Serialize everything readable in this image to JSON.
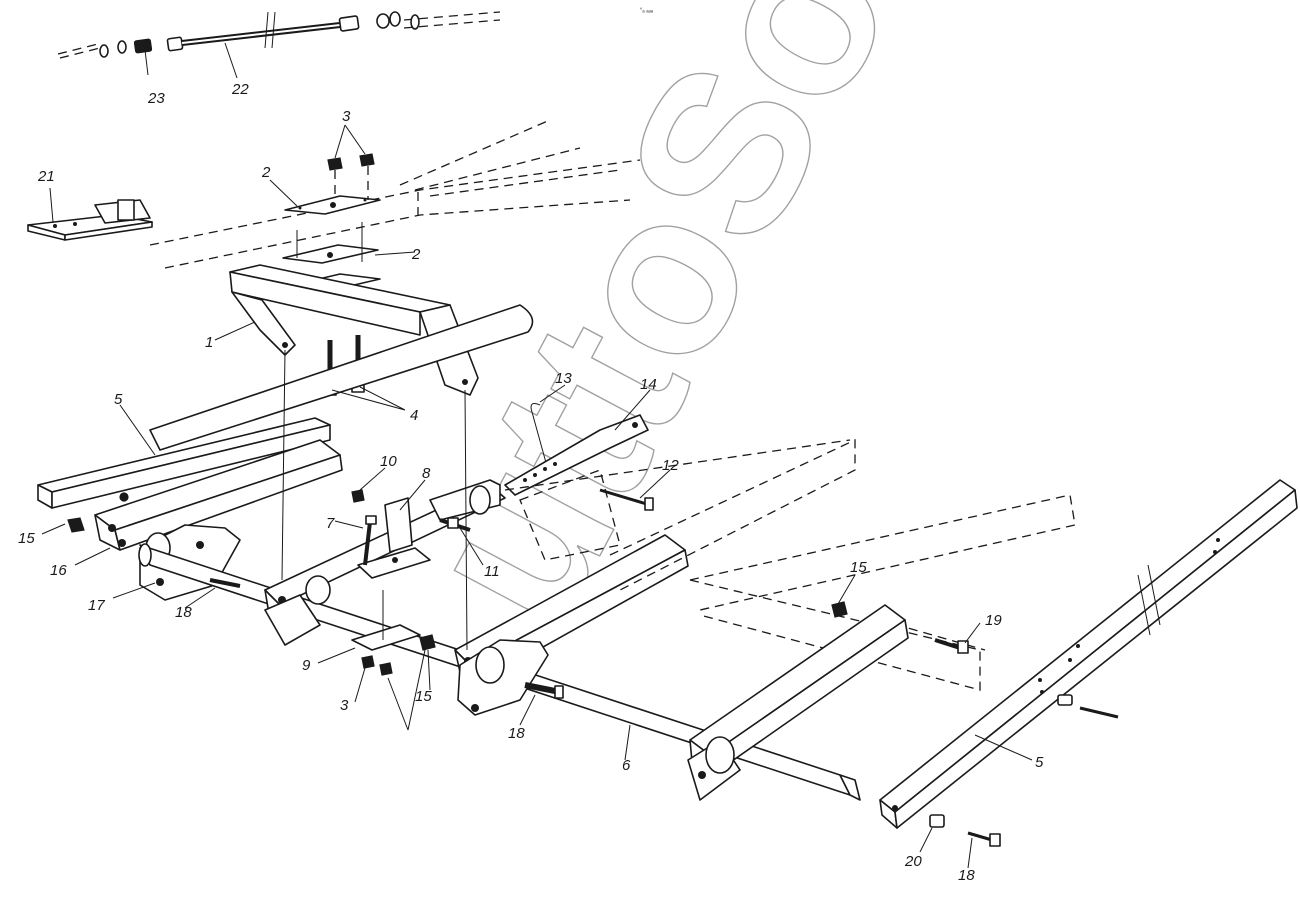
{
  "watermark": {
    "text": "uttoSoft"
  },
  "corner_mark": "°ₐ ₐₐₐ",
  "colors": {
    "ink": "#1a1a1a",
    "paper": "#ffffff",
    "watermark": "#555555"
  },
  "callouts": [
    {
      "id": "c1",
      "text": "1"
    },
    {
      "id": "c2a",
      "text": "2"
    },
    {
      "id": "c2b",
      "text": "2"
    },
    {
      "id": "c3a",
      "text": "3"
    },
    {
      "id": "c3b",
      "text": "3"
    },
    {
      "id": "c4",
      "text": "4"
    },
    {
      "id": "c5a",
      "text": "5"
    },
    {
      "id": "c5b",
      "text": "5"
    },
    {
      "id": "c6",
      "text": "6"
    },
    {
      "id": "c7",
      "text": "7"
    },
    {
      "id": "c8",
      "text": "8"
    },
    {
      "id": "c9",
      "text": "9"
    },
    {
      "id": "c10",
      "text": "10"
    },
    {
      "id": "c11",
      "text": "11"
    },
    {
      "id": "c12",
      "text": "12"
    },
    {
      "id": "c13",
      "text": "13"
    },
    {
      "id": "c14",
      "text": "14"
    },
    {
      "id": "c15a",
      "text": "15"
    },
    {
      "id": "c15b",
      "text": "15"
    },
    {
      "id": "c15c",
      "text": "15"
    },
    {
      "id": "c16",
      "text": "16"
    },
    {
      "id": "c17",
      "text": "17"
    },
    {
      "id": "c18a",
      "text": "18"
    },
    {
      "id": "c18b",
      "text": "18"
    },
    {
      "id": "c18c",
      "text": "18"
    },
    {
      "id": "c19",
      "text": "19"
    },
    {
      "id": "c20",
      "text": "20"
    },
    {
      "id": "c21",
      "text": "21"
    },
    {
      "id": "c22",
      "text": "22"
    },
    {
      "id": "c23",
      "text": "23"
    }
  ]
}
